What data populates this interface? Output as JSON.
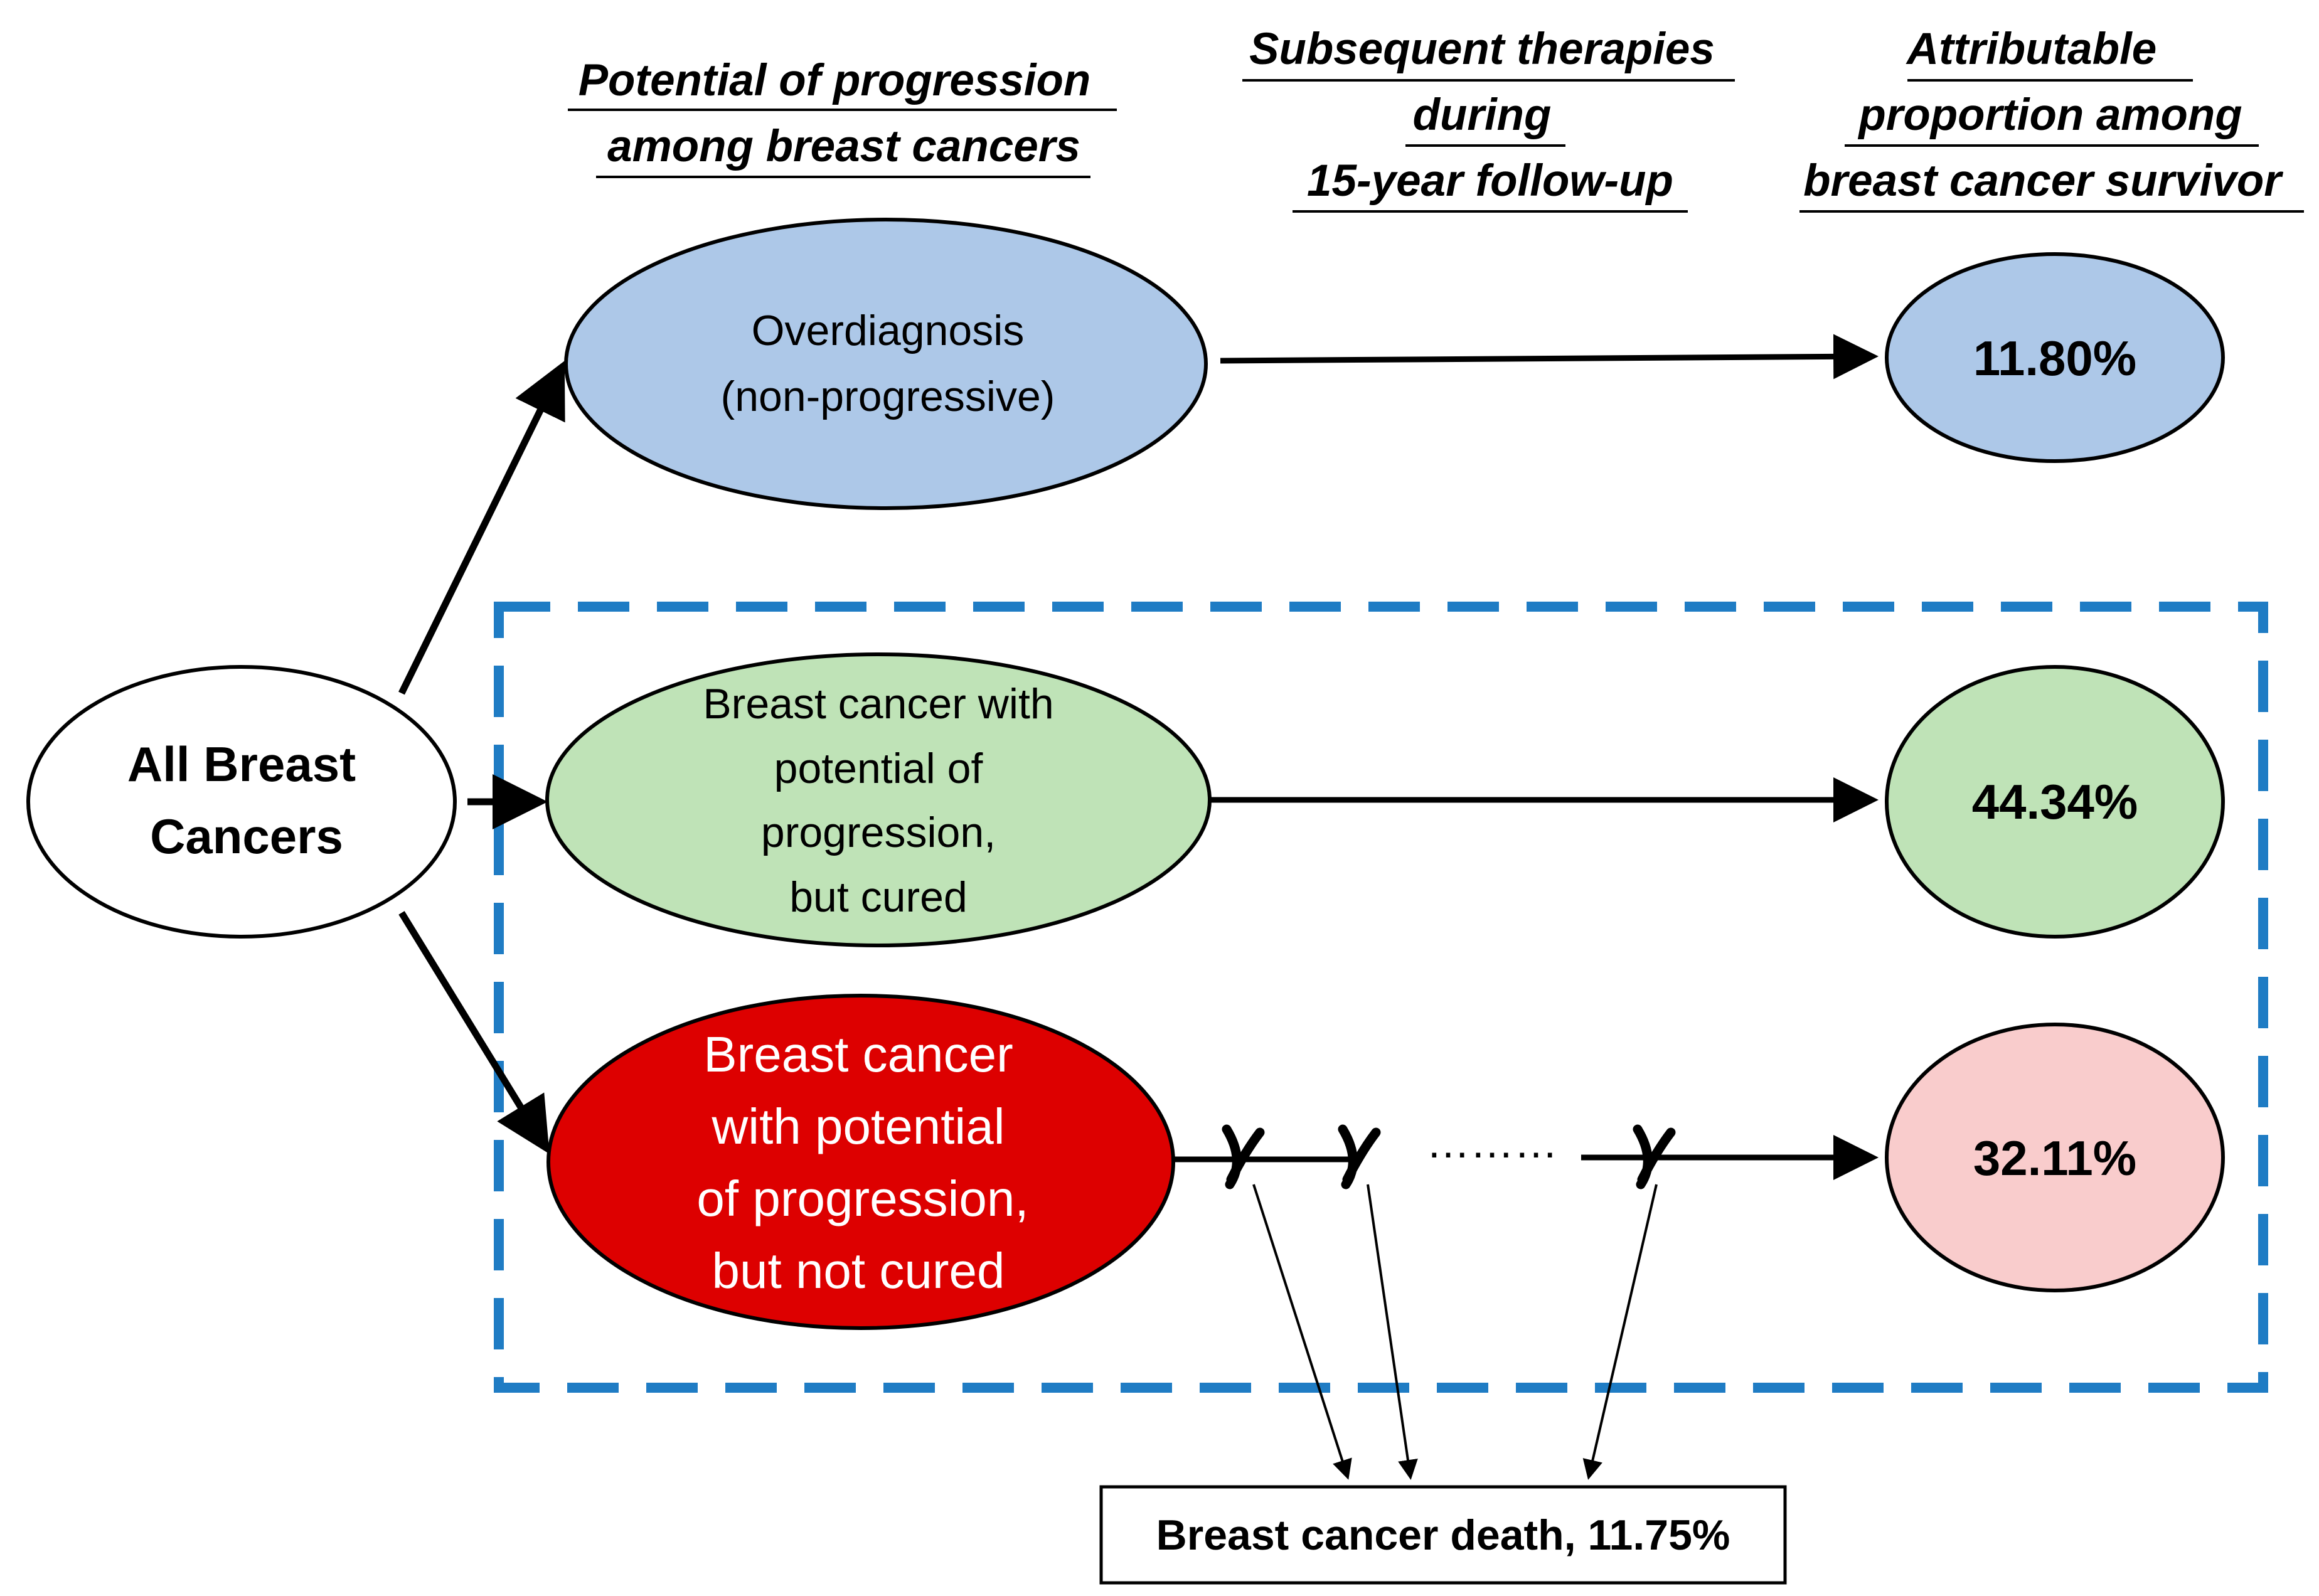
{
  "headers": {
    "potential": [
      "Potential of progression",
      "among breast cancers"
    ],
    "therapies": [
      "Subsequent therapies",
      "during",
      "15-year follow-up"
    ],
    "attributable": [
      "Attributable",
      "proportion among",
      "breast cancer survivor"
    ]
  },
  "nodes": {
    "all": [
      "All Breast",
      "Cancers"
    ],
    "overdiagnosis": [
      "Overdiagnosis",
      "(non-progressive)"
    ],
    "cured": [
      "Breast cancer with",
      "potential of",
      "progression,",
      "but cured"
    ],
    "not_cured": [
      "Breast cancer",
      "with potential",
      "of progression,",
      "but not cured"
    ]
  },
  "outcomes": {
    "overdiagnosis": "11.80%",
    "cured": "44.34%",
    "not_cured": "32.11%"
  },
  "ellipsis": "………",
  "death_box": "Breast cancer death, 11.75%",
  "colors": {
    "blue_fill": "#adc8e8",
    "green_fill": "#bfe3b7",
    "red_fill": "#dd0000",
    "pink_fill": "#f9cccc",
    "dash_border": "#1f7cc4"
  }
}
